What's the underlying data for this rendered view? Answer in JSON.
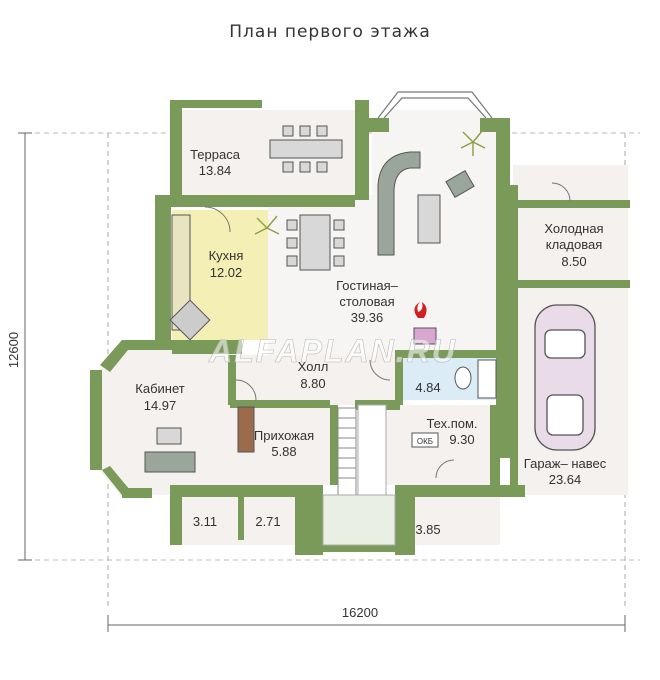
{
  "title": "План первого этажа",
  "watermark": "ALFAPLAN.RU",
  "dimensions": {
    "width": "16200",
    "height": "12600"
  },
  "rooms": {
    "terrace": {
      "name": "Терраса",
      "area": "13.84"
    },
    "kitchen": {
      "name": "Кухня",
      "area": "12.02"
    },
    "living_1": "Гостиная–",
    "living_2": "столовая",
    "living_area": "39.36",
    "cold_1": "Холодная",
    "cold_2": "кладовая",
    "cold_area": "8.50",
    "office": {
      "name": "Кабинет",
      "area": "14.97"
    },
    "hall": {
      "name": "Холл",
      "area": "8.80"
    },
    "bath": {
      "area": "4.84"
    },
    "tech": {
      "name": "Тех.пом.",
      "area": "9.30"
    },
    "entry": {
      "name": "Прихожая",
      "area": "5.88"
    },
    "garage": {
      "name": "Гараж– навес",
      "area": "23.64"
    },
    "small_1": {
      "area": "3.11"
    },
    "small_2": {
      "area": "2.71"
    },
    "small_3": {
      "area": "3.85"
    }
  },
  "labels": {
    "boiler": "ОКБ"
  },
  "colors": {
    "wall": "#7a9a5a",
    "floor": "#f4f1ee",
    "kitchen": "#f3efb5",
    "bath": "#dcecf7",
    "line": "#555555"
  }
}
